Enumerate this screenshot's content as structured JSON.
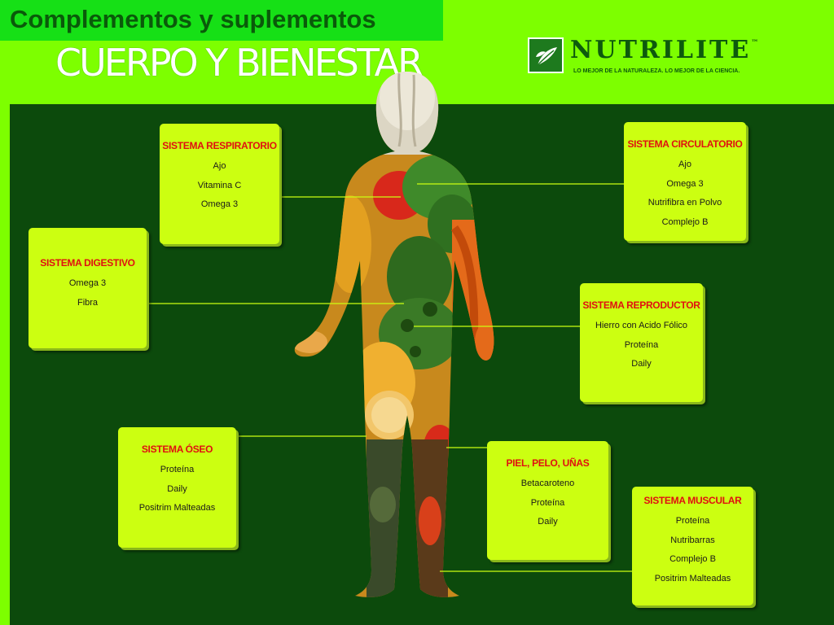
{
  "header": {
    "headline": "Complementos y suplementos",
    "subtitle": "CUERPO Y BIENESTAR"
  },
  "logo": {
    "brand": "NUTRILITE",
    "trademark": "™",
    "tagline": "LO MEJOR DE LA NATURALEZA. LO MEJOR DE LA CIENCIA.",
    "icon": "leaf-icon"
  },
  "colors": {
    "accent_green": "#7dff00",
    "dark_green": "#0c4a0c",
    "card_yellow": "#ccff11",
    "title_red": "#e01010"
  },
  "systems": {
    "respiratorio": {
      "title": "SISTEMA RESPIRATORIO",
      "items": [
        "Ajo",
        "Vitamina C",
        "Omega 3"
      ]
    },
    "circulatorio": {
      "title": "SISTEMA CIRCULATORIO",
      "items": [
        "Ajo",
        "Omega 3",
        "Nutrifibra en Polvo",
        "Complejo B"
      ]
    },
    "digestivo": {
      "title": "SISTEMA DIGESTIVO",
      "items": [
        "Omega 3",
        "Fibra"
      ]
    },
    "reproductor": {
      "title": "SISTEMA REPRODUCTOR",
      "items": [
        "Hierro con Acido Fólico",
        "Proteína",
        "Daily"
      ]
    },
    "oseo": {
      "title": "SISTEMA ÓSEO",
      "items": [
        "Proteína",
        "Daily",
        "Positrim Malteadas"
      ]
    },
    "piel": {
      "title": "PIEL, PELO, UÑAS",
      "items": [
        "Betacaroteno",
        "Proteína",
        "Daily"
      ]
    },
    "muscular": {
      "title": "SISTEMA MUSCULAR",
      "items": [
        "Proteína",
        "Nutribarras",
        "Complejo B",
        "Positrim Malteadas"
      ]
    }
  }
}
